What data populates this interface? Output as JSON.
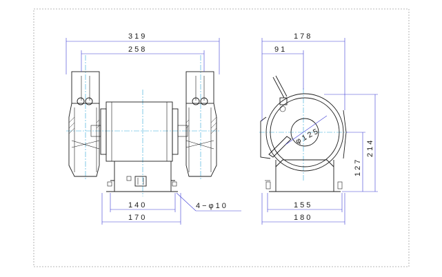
{
  "front_view": {
    "overall_width": "319",
    "wheel_center_distance": "258",
    "base_hole_pitch": "140",
    "base_width": "170",
    "hole_note": "4−φ10"
  },
  "side_view": {
    "overall_depth": "178",
    "wheel_center_offset": "91",
    "wheel_diameter": "φ125",
    "base_hole_pitch": "155",
    "base_depth": "180",
    "center_height": "127",
    "overall_height": "214"
  },
  "colors": {
    "outline": "#1a1a1a",
    "dimension": "#3b3bd6",
    "centerline": "#2ea7d8",
    "frame": "#a0a0a0"
  }
}
